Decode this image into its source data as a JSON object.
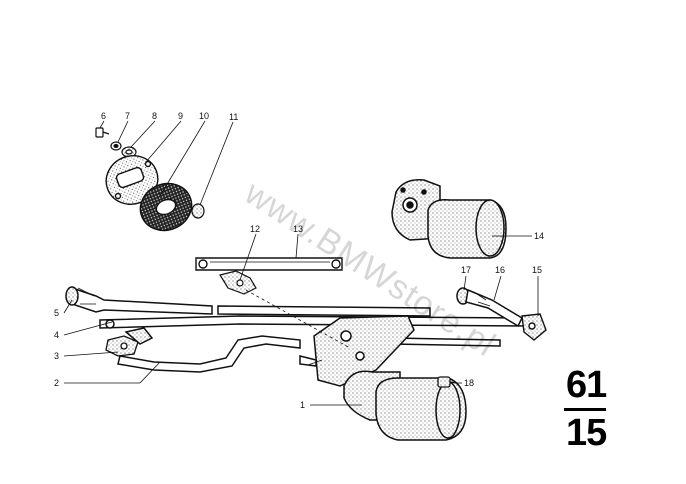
{
  "callouts": [
    {
      "num": "1",
      "label": "1"
    },
    {
      "num": "2",
      "label": "2"
    },
    {
      "num": "3",
      "label": "3"
    },
    {
      "num": "4",
      "label": "4"
    },
    {
      "num": "5",
      "label": "5"
    },
    {
      "num": "6",
      "label": "6"
    },
    {
      "num": "7",
      "label": "7"
    },
    {
      "num": "8",
      "label": "8"
    },
    {
      "num": "9",
      "label": "9"
    },
    {
      "num": "10",
      "label": "10"
    },
    {
      "num": "11",
      "label": "11"
    },
    {
      "num": "12",
      "label": "12"
    },
    {
      "num": "13",
      "label": "13"
    },
    {
      "num": "14",
      "label": "14"
    },
    {
      "num": "15",
      "label": "15"
    },
    {
      "num": "16",
      "label": "16"
    },
    {
      "num": "17",
      "label": "17"
    },
    {
      "num": "18",
      "label": "18"
    }
  ],
  "section": {
    "group": "61",
    "sub": "15"
  },
  "watermark": "www.BMWstore.pl",
  "colors": {
    "ink": "#111111",
    "stipple": "#6b6b6b",
    "paper": "#ffffff"
  }
}
